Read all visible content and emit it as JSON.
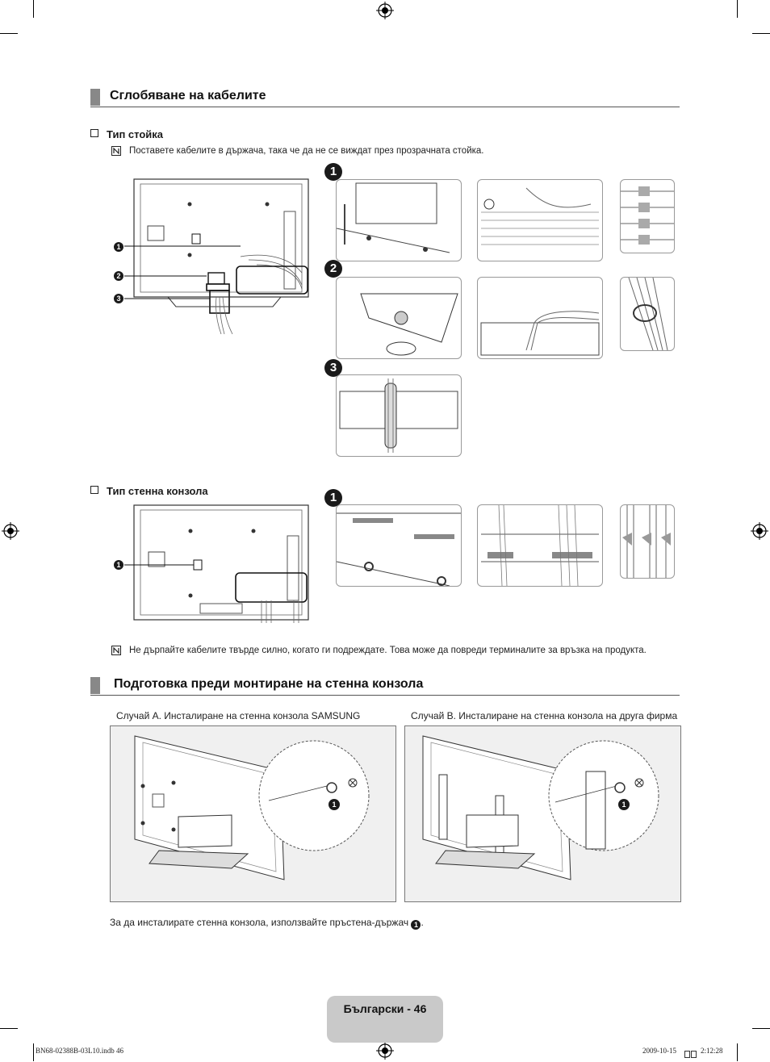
{
  "section1": {
    "title": "Сглобяване на кабелите",
    "stand": {
      "label": "Тип стойка",
      "note": "Поставете кабелите в държача, така че да не се виждат през прозрачната стойка."
    },
    "wall": {
      "label": "Тип стенна конзола",
      "note": "Не дърпайте кабелите твърде силно, когато ги подреждате. Това може да повреди терминалите за връзка на продукта."
    },
    "steps": [
      "1",
      "2",
      "3"
    ]
  },
  "section2": {
    "title": "Подготовка преди монтиране на стенна конзола",
    "case_a": "Случай А. Инсталиране на стенна конзола SAMSUNG",
    "case_b": "Случай В. Инсталиране на стенна конзола на друга фирма",
    "caption_text": "За да инсталирате стенна конзола, използвайте пръстена-държач",
    "caption_marker": "1",
    "caption_end": "."
  },
  "footer": {
    "page_label": "Български - 46",
    "file": "BN68-02388B-03L10.indb   46",
    "date": "2009-10-15",
    "time": "2:12:28"
  },
  "icons": [
    "registration-mark-icon",
    "note-icon",
    "checkbox-bullet-icon"
  ]
}
